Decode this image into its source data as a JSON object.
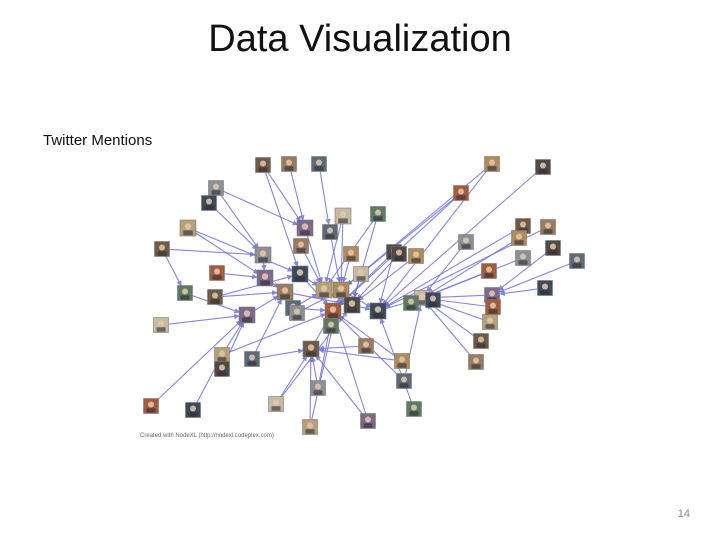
{
  "slide": {
    "title": "Data Visualization",
    "subtitle": "Twitter Mentions",
    "page_number": "14"
  },
  "graph": {
    "caption": "Created with NodeXL (http://nodexl.codeplex.com)",
    "edge_color": "#6f72d9",
    "hub_nodes": [
      "n9",
      "n10",
      "n12",
      "n18",
      "n20",
      "n22",
      "n24",
      "n26",
      "n28",
      "n29",
      "n31",
      "n32",
      "n34",
      "n37"
    ]
  }
}
